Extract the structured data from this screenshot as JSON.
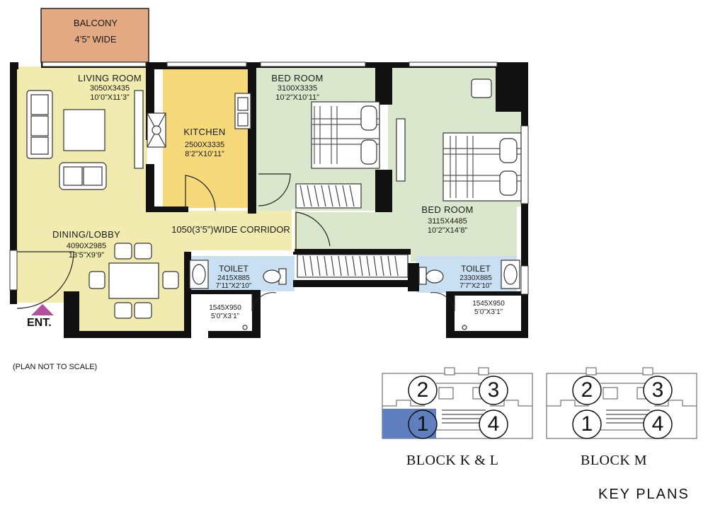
{
  "colors": {
    "wall": "#111111",
    "balcony": "#e2a982",
    "living": "#f1ebb0",
    "kitchen": "#f6d97a",
    "bedroom": "#dbe7cc",
    "toilet": "#c9e0f2",
    "highlight": "#5f7fbf",
    "entrance": "#b3509e"
  },
  "rooms": {
    "balcony": {
      "name": "BALCONY",
      "size": "4’5” WIDE"
    },
    "living": {
      "name": "LIVING ROOM",
      "metric": "3050X3435",
      "imperial": "10’0”X11’3”"
    },
    "kitchen": {
      "name": "KITCHEN",
      "metric": "2500X3335",
      "imperial": "8’2”X10’11”"
    },
    "bedroom1": {
      "name": "BED ROOM",
      "metric": "3100X3335",
      "imperial": "10’2”X10’11”"
    },
    "bedroom2": {
      "name": "BED ROOM",
      "metric": "3115X4485",
      "imperial": "10’2”X14’8”"
    },
    "dining": {
      "name": "DINING/LOBBY",
      "metric": "4090X2985",
      "imperial": "13’5”X9’9”"
    },
    "corridor": {
      "label": "1050(3’5”)WIDE CORRIDOR"
    },
    "toilet1": {
      "name": "TOILET",
      "metric": "2415X885",
      "imperial": "7’11”X2’10”"
    },
    "toilet2": {
      "name": "TOILET",
      "metric": "2330X885",
      "imperial": "7’7”X2’10”"
    },
    "wash1": {
      "metric": "1545X950",
      "imperial": "5’0”X3’1”"
    },
    "wash2": {
      "metric": "1545X950",
      "imperial": "5’0”X3’1”"
    }
  },
  "entrance": {
    "label": "ENT."
  },
  "note": "(PLAN NOT TO SCALE)",
  "key_plans": {
    "title": "KEY PLANS",
    "blocks": [
      {
        "caption": "BLOCK K & L",
        "numbers": [
          "2",
          "3",
          "1",
          "4"
        ],
        "highlighted": "1"
      },
      {
        "caption": "BLOCK M",
        "numbers": [
          "2",
          "3",
          "1",
          "4"
        ],
        "highlighted": ""
      }
    ]
  }
}
